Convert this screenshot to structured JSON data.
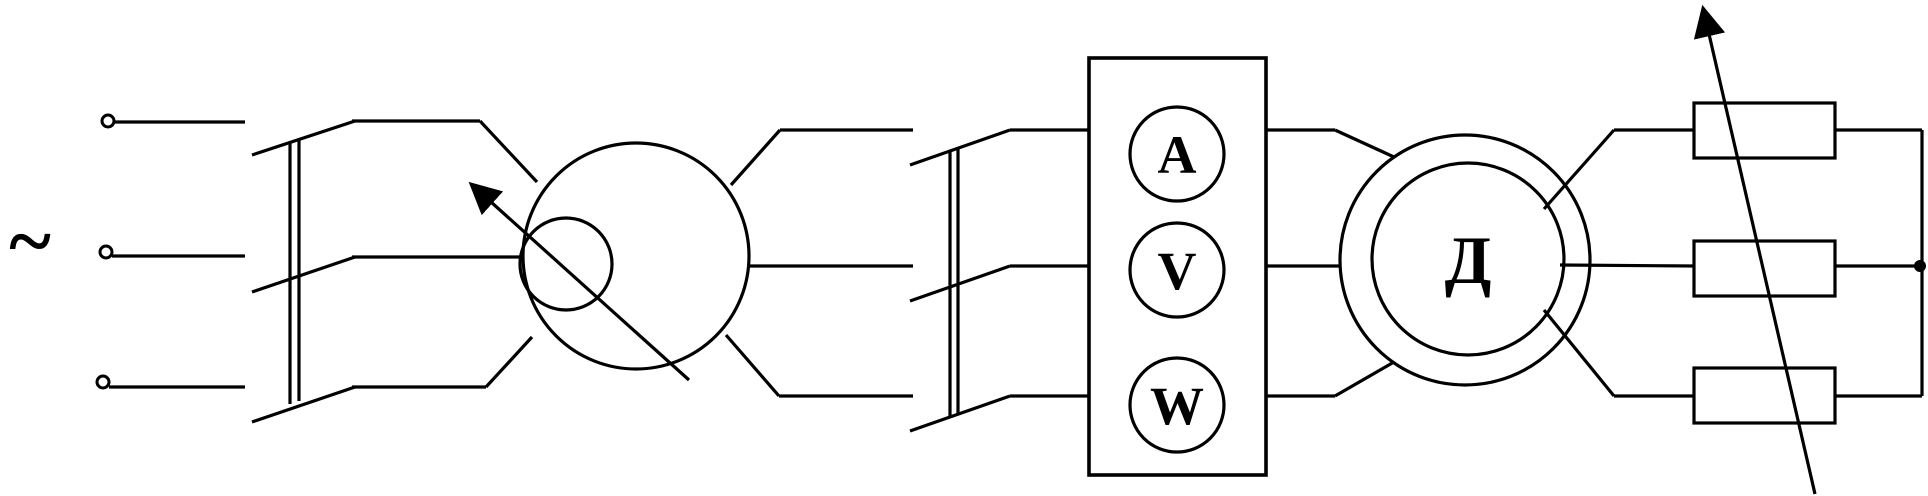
{
  "supply": {
    "symbol": "~"
  },
  "meters": [
    {
      "id": "ammeter",
      "label": "A"
    },
    {
      "id": "voltmeter",
      "label": "V"
    },
    {
      "id": "wattmeter",
      "label": "W"
    }
  ],
  "motor": {
    "label": "Д"
  },
  "colors": {
    "line": "#000000",
    "background": "#ffffff"
  }
}
